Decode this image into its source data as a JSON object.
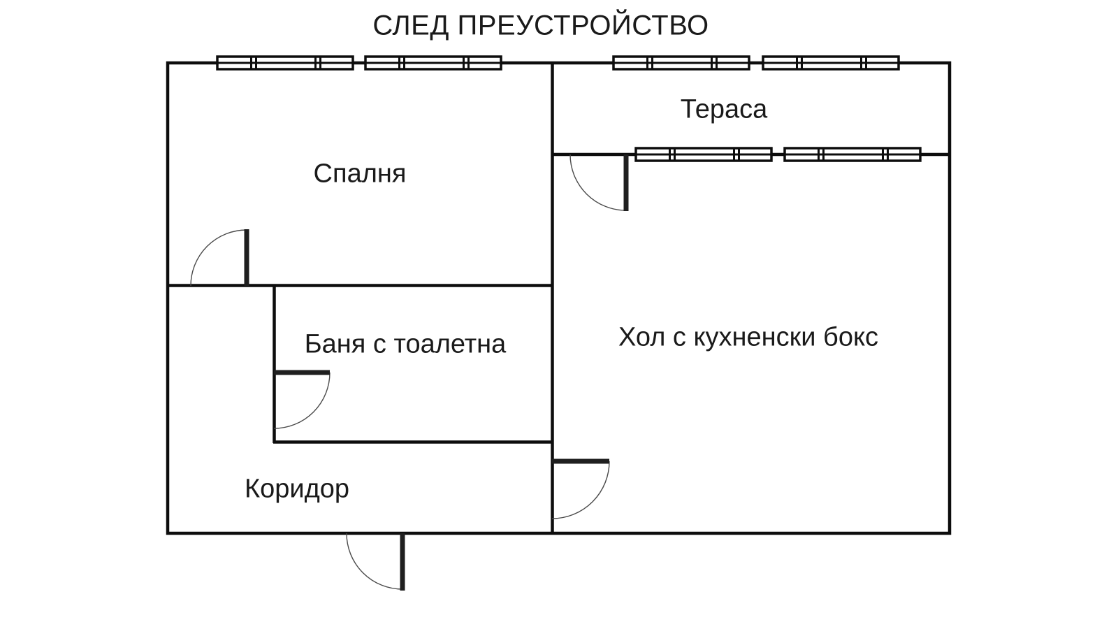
{
  "title": "СЛЕД ПРЕУСТРОЙСТВО",
  "colors": {
    "background": "#ffffff",
    "wall_line": "#0d0d0d",
    "door_leaf": "#1f1f1f",
    "door_swing_arc": "#4a4a4a",
    "text": "#1a1a1a"
  },
  "rooms": {
    "bedroom": {
      "label": "Спалня"
    },
    "terrace": {
      "label": "Тераса"
    },
    "bathroom": {
      "label": "Баня с тоалетна"
    },
    "living": {
      "label": "Хол с кухненски бокс"
    },
    "corridor": {
      "label": "Коридор"
    }
  }
}
